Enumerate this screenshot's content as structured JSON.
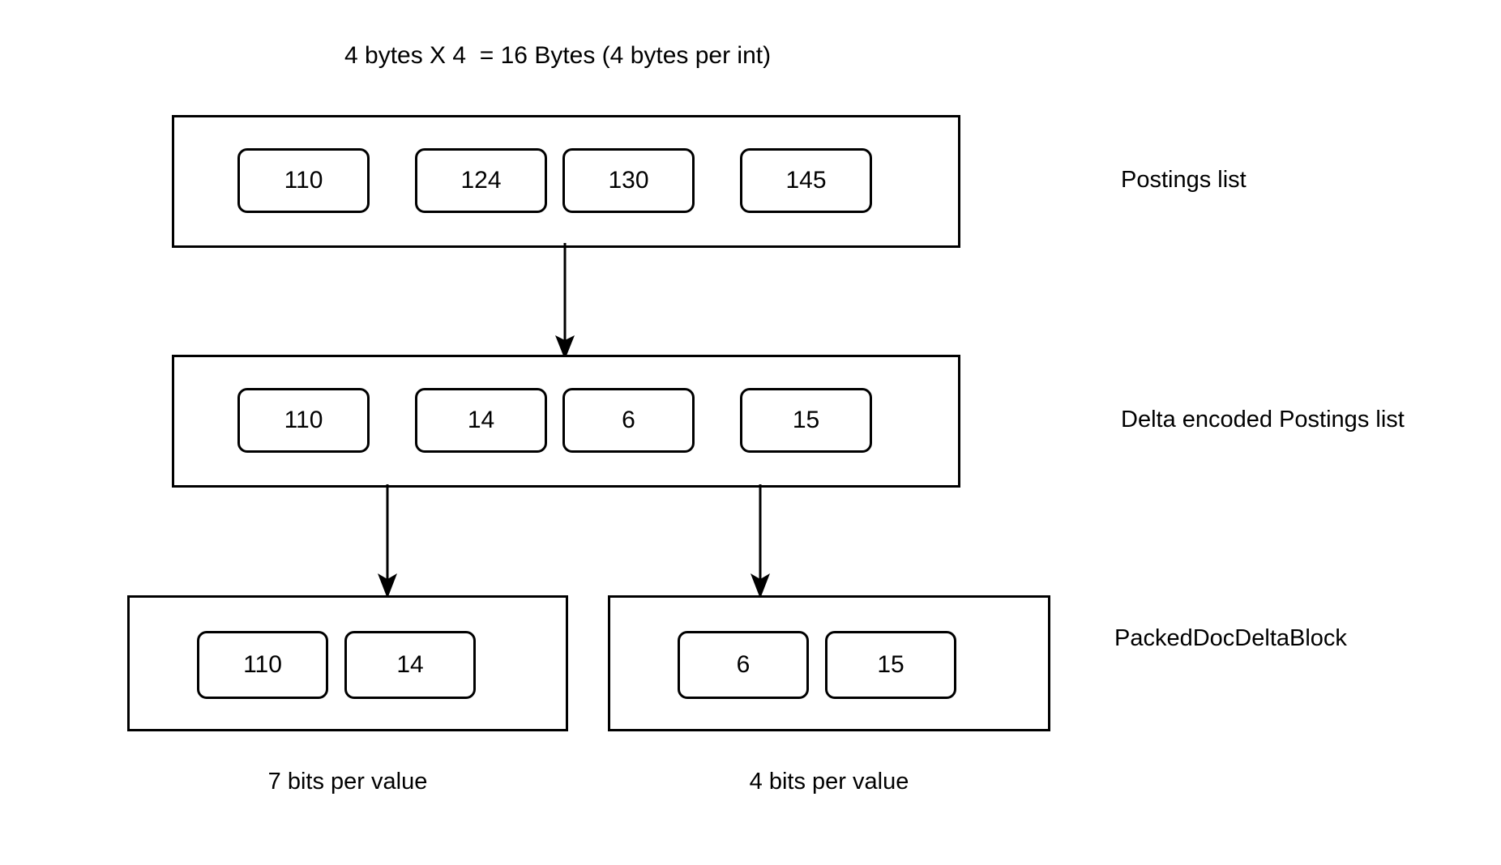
{
  "diagram": {
    "title": "4 bytes X 4  = 16 Bytes (4 bytes per int)",
    "background_color": "#ffffff",
    "stroke_color": "#000000",
    "rows": [
      {
        "id": "postings-list",
        "side_label": "Postings list",
        "cells": [
          "110",
          "124",
          "130",
          "145"
        ]
      },
      {
        "id": "delta-encoded-postings-list",
        "side_label": "Delta encoded Postings list",
        "cells": [
          "110",
          "14",
          "6",
          "15"
        ]
      }
    ],
    "packed_blocks": {
      "side_label": "PackedDocDeltaBlock",
      "blocks": [
        {
          "id": "packed-block-left",
          "cells": [
            "110",
            "14"
          ],
          "caption": "7 bits per value"
        },
        {
          "id": "packed-block-right",
          "cells": [
            "6",
            "15"
          ],
          "caption": "4 bits per value"
        }
      ]
    },
    "arrows": [
      {
        "id": "arrow-postings-to-delta",
        "direction": "down"
      },
      {
        "id": "arrow-delta-to-left",
        "direction": "down"
      },
      {
        "id": "arrow-delta-to-right",
        "direction": "down"
      }
    ]
  }
}
